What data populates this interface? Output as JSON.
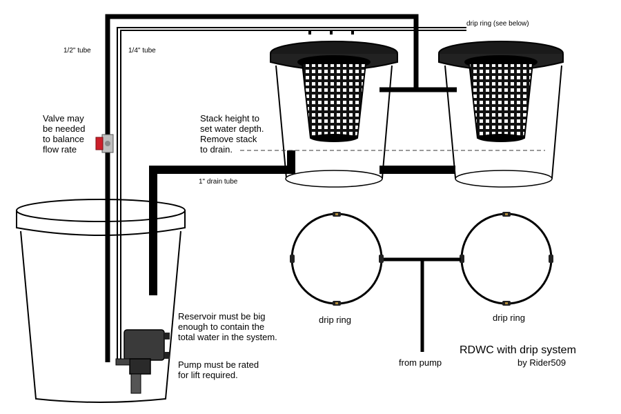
{
  "labels": {
    "half_inch_tube": "1/2\" tube",
    "quarter_inch_tube": "1/4\" tube",
    "drip_ring_see_below": "drip ring (see below)",
    "valve_note": "Valve may\nbe needed\nto balance\nflow rate",
    "stack_note": "Stack height to\nset water depth.\nRemove stack\nto drain.",
    "drain_tube": "1\" drain tube",
    "reservoir_note": "Reservoir must be big\nenough to contain the\ntotal water in the system.",
    "pump_note": "Pump must be rated\nfor lift required.",
    "drip_ring_left": "drip ring",
    "drip_ring_right": "drip ring",
    "from_pump": "from pump",
    "title": "RDWC with drip system",
    "author": "by Rider509"
  },
  "colors": {
    "line": "#000000",
    "valve_handle": "#cc1f2a",
    "pump_body": "#3a3a3a",
    "fitting": "#b08a3a"
  }
}
